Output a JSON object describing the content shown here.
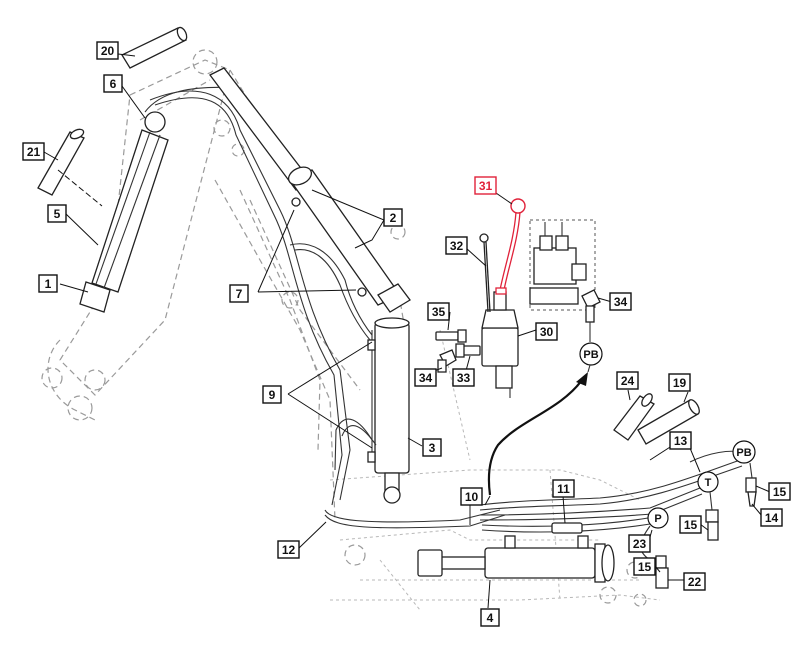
{
  "callouts": [
    {
      "id": "c1",
      "label": "1"
    },
    {
      "id": "c2",
      "label": "2"
    },
    {
      "id": "c3",
      "label": "3"
    },
    {
      "id": "c4",
      "label": "4"
    },
    {
      "id": "c5",
      "label": "5"
    },
    {
      "id": "c6",
      "label": "6"
    },
    {
      "id": "c7",
      "label": "7"
    },
    {
      "id": "c9",
      "label": "9"
    },
    {
      "id": "c10",
      "label": "10"
    },
    {
      "id": "c11",
      "label": "11"
    },
    {
      "id": "c12",
      "label": "12"
    },
    {
      "id": "c13",
      "label": "13"
    },
    {
      "id": "c14",
      "label": "14"
    },
    {
      "id": "c15a",
      "label": "15"
    },
    {
      "id": "c15b",
      "label": "15"
    },
    {
      "id": "c15c",
      "label": "15"
    },
    {
      "id": "c19",
      "label": "19"
    },
    {
      "id": "c20",
      "label": "20"
    },
    {
      "id": "c21",
      "label": "21"
    },
    {
      "id": "c22",
      "label": "22"
    },
    {
      "id": "c23",
      "label": "23"
    },
    {
      "id": "c24",
      "label": "24"
    },
    {
      "id": "c30",
      "label": "30"
    },
    {
      "id": "c31",
      "label": "31"
    },
    {
      "id": "c32",
      "label": "32"
    },
    {
      "id": "c33",
      "label": "33"
    },
    {
      "id": "c34a",
      "label": "34"
    },
    {
      "id": "c34b",
      "label": "34"
    },
    {
      "id": "c35",
      "label": "35"
    }
  ],
  "ports": {
    "pb_upper": "PB",
    "pb_right": "PB",
    "t": "T",
    "p": "P"
  },
  "colors": {
    "highlight": "#e0223a",
    "ink": "#111111",
    "ghost": "#9a9a9a"
  }
}
